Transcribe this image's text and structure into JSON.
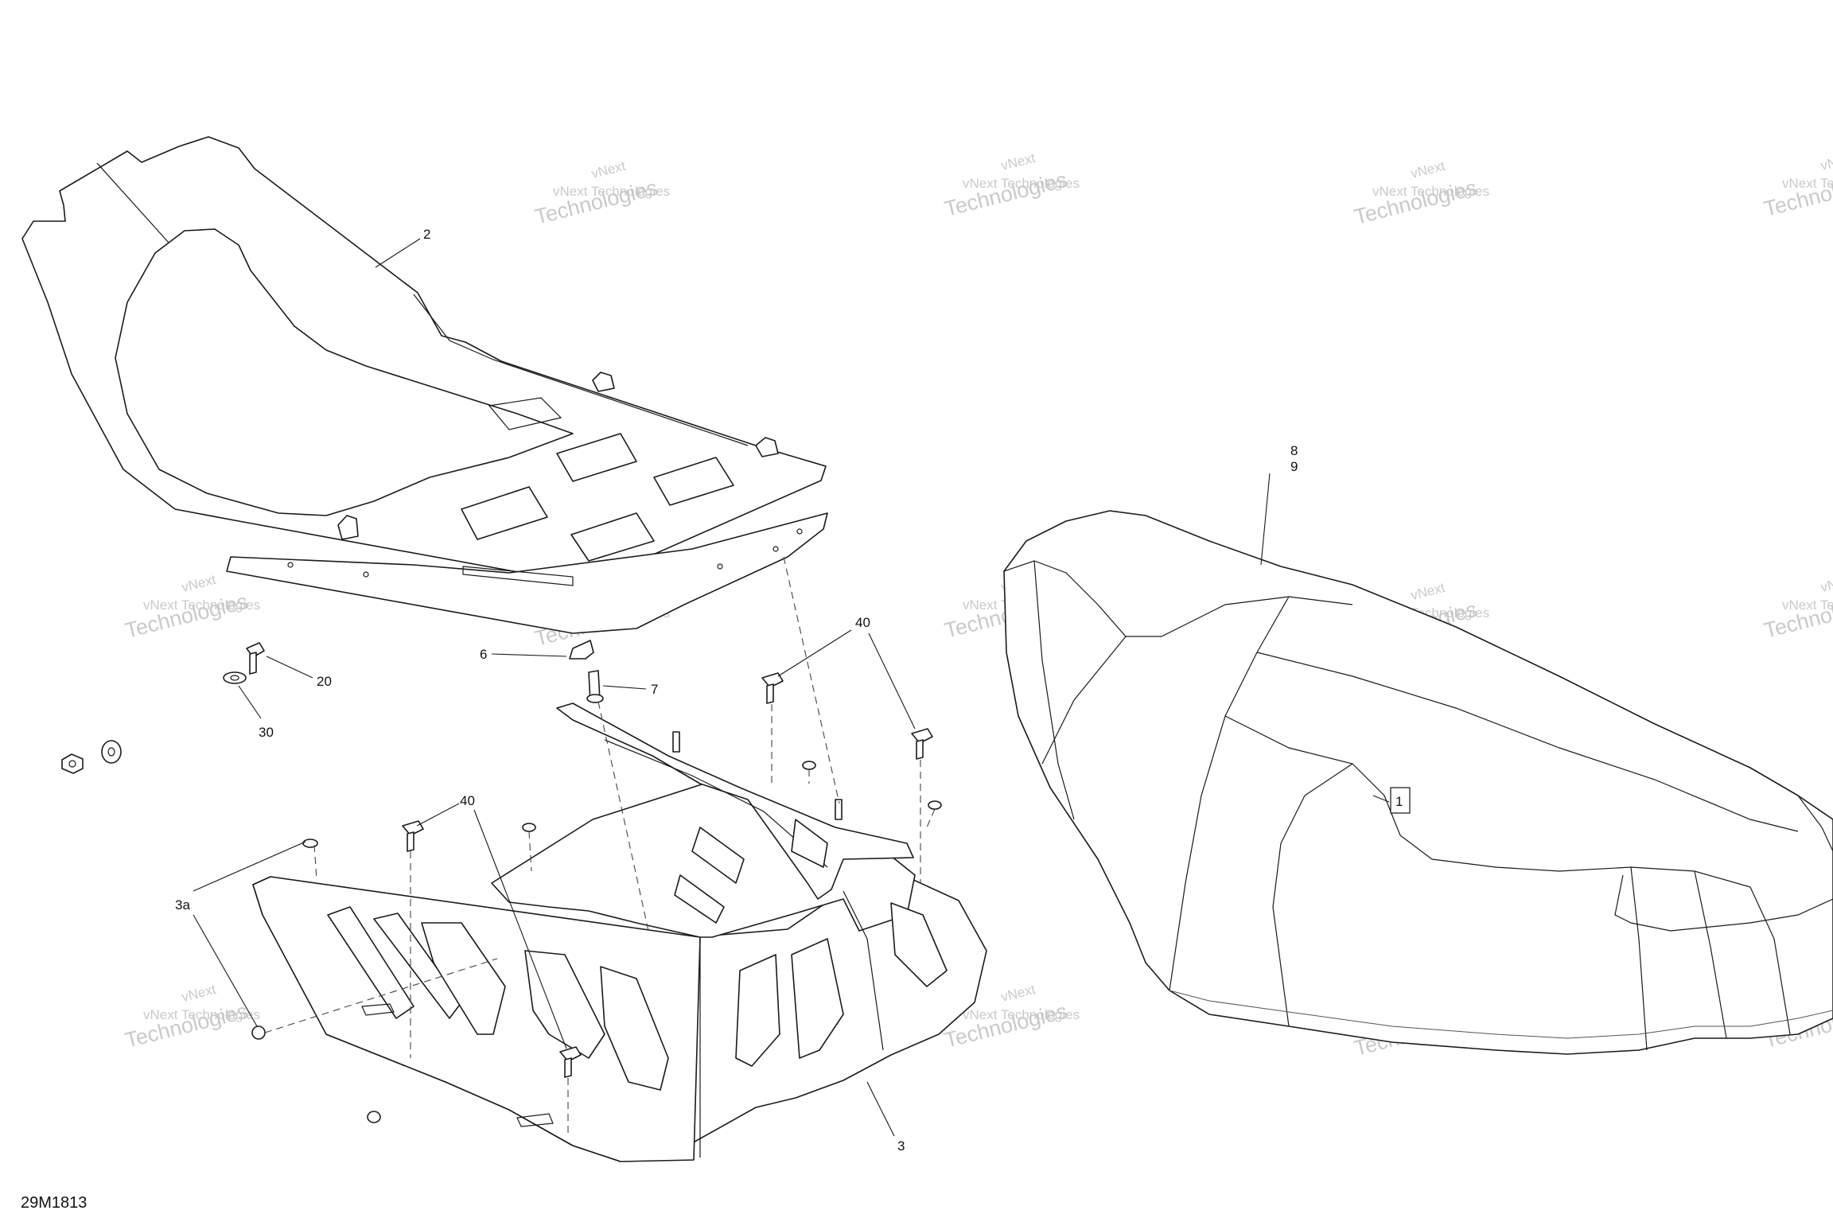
{
  "diagram": {
    "id_label": "29M1813",
    "callouts": {
      "c1": "1",
      "c2": "2",
      "c3": "3",
      "c3a": "3a",
      "c6": "6",
      "c7": "7",
      "c8": "8",
      "c9": "9",
      "c20": "20",
      "c30": "30",
      "c40a": "40",
      "c40b": "40"
    },
    "watermark": {
      "line_top": "vNext",
      "line_mid": "vNext Technologies",
      "line_big": "Technologies"
    }
  }
}
